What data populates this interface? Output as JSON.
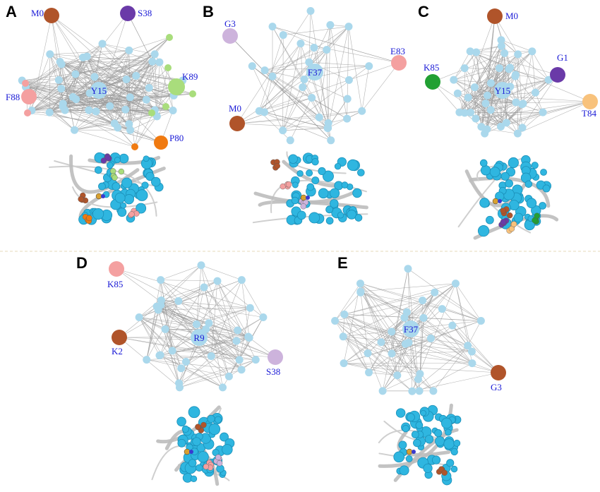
{
  "colors": {
    "hub": "#aad8ec",
    "edge": "#9a9a9a",
    "label": "#1a1ad6",
    "brown": "#b0542a",
    "purple": "#6a3aa8",
    "salmon": "#f4a0a0",
    "lightgreen": "#a9dd7c",
    "orange": "#f07a10",
    "lavender": "#cdb3dc",
    "darkgreen": "#22a033",
    "peach": "#f8c27c"
  },
  "panels": [
    {
      "id": "A",
      "letter": "A",
      "hub_label": "Y15",
      "nodes": [
        {
          "label": "M0",
          "color": "brown"
        },
        {
          "label": "S38",
          "color": "purple"
        },
        {
          "label": "K89",
          "color": "lightgreen"
        },
        {
          "label": "F88",
          "color": "salmon"
        },
        {
          "label": "P80",
          "color": "orange"
        }
      ]
    },
    {
      "id": "B",
      "letter": "B",
      "hub_label": "F37",
      "nodes": [
        {
          "label": "G3",
          "color": "lavender"
        },
        {
          "label": "E83",
          "color": "salmon"
        },
        {
          "label": "M0",
          "color": "brown"
        }
      ]
    },
    {
      "id": "C",
      "letter": "C",
      "hub_label": "Y15",
      "nodes": [
        {
          "label": "M0",
          "color": "brown"
        },
        {
          "label": "K85",
          "color": "darkgreen"
        },
        {
          "label": "G1",
          "color": "purple"
        },
        {
          "label": "T84",
          "color": "peach"
        }
      ]
    },
    {
      "id": "D",
      "letter": "D",
      "hub_label": "R9",
      "nodes": [
        {
          "label": "K85",
          "color": "salmon"
        },
        {
          "label": "K2",
          "color": "brown"
        },
        {
          "label": "S38",
          "color": "lavender"
        }
      ]
    },
    {
      "id": "E",
      "letter": "E",
      "hub_label": "F37",
      "nodes": [
        {
          "label": "G3",
          "color": "brown"
        }
      ]
    }
  ]
}
